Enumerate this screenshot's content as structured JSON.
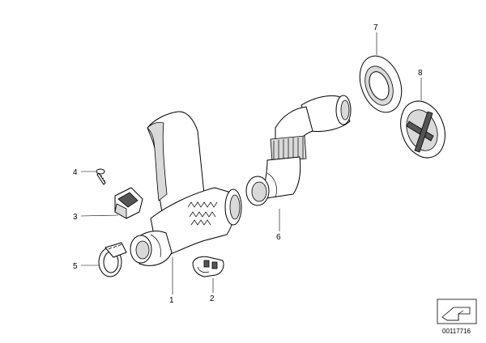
{
  "diagram": {
    "callouts": [
      {
        "id": "1",
        "label": "1"
      },
      {
        "id": "2",
        "label": "2"
      },
      {
        "id": "3",
        "label": "3"
      },
      {
        "id": "4",
        "label": "4"
      },
      {
        "id": "5",
        "label": "5"
      },
      {
        "id": "6",
        "label": "6"
      },
      {
        "id": "7",
        "label": "7"
      },
      {
        "id": "8",
        "label": "8"
      }
    ],
    "document_number": "00117716",
    "icon": "catalog-arrow-icon"
  }
}
